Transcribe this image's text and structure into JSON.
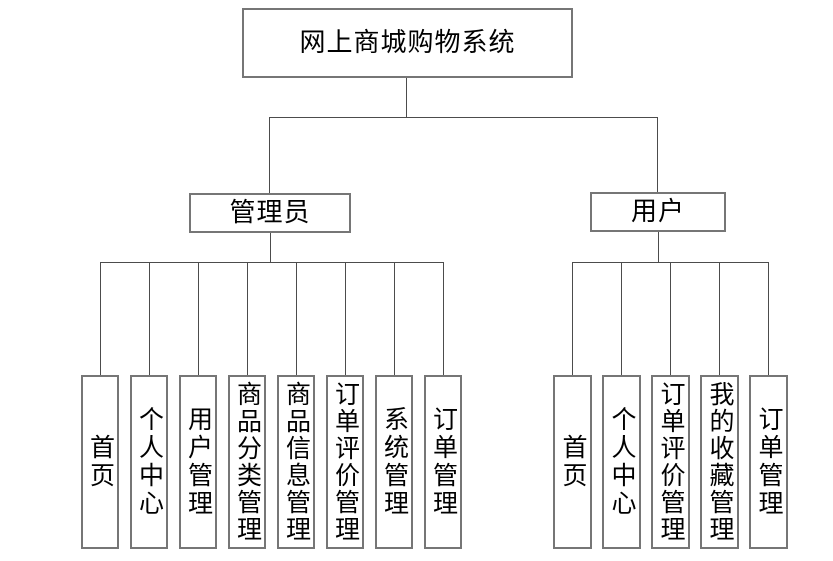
{
  "diagram": {
    "type": "hierarchy-tree",
    "title": "网上商城购物系统",
    "colors": {
      "background": "#ffffff",
      "box_background": "#ffffff",
      "box_border": "#767676",
      "connector_line": "#4c4c4c",
      "text": "#000000"
    },
    "root": {
      "label": "网上商城购物系统"
    },
    "branches": [
      {
        "label": "管理员",
        "children": [
          "首页",
          "个人中心",
          "用户管理",
          "商品分类管理",
          "商品信息管理",
          "订单评价管理",
          "系统管理",
          "订单管理"
        ]
      },
      {
        "label": "用户",
        "children": [
          "首页",
          "个人中心",
          "订单评价管理",
          "我的收藏管理",
          "订单管理"
        ]
      }
    ]
  }
}
